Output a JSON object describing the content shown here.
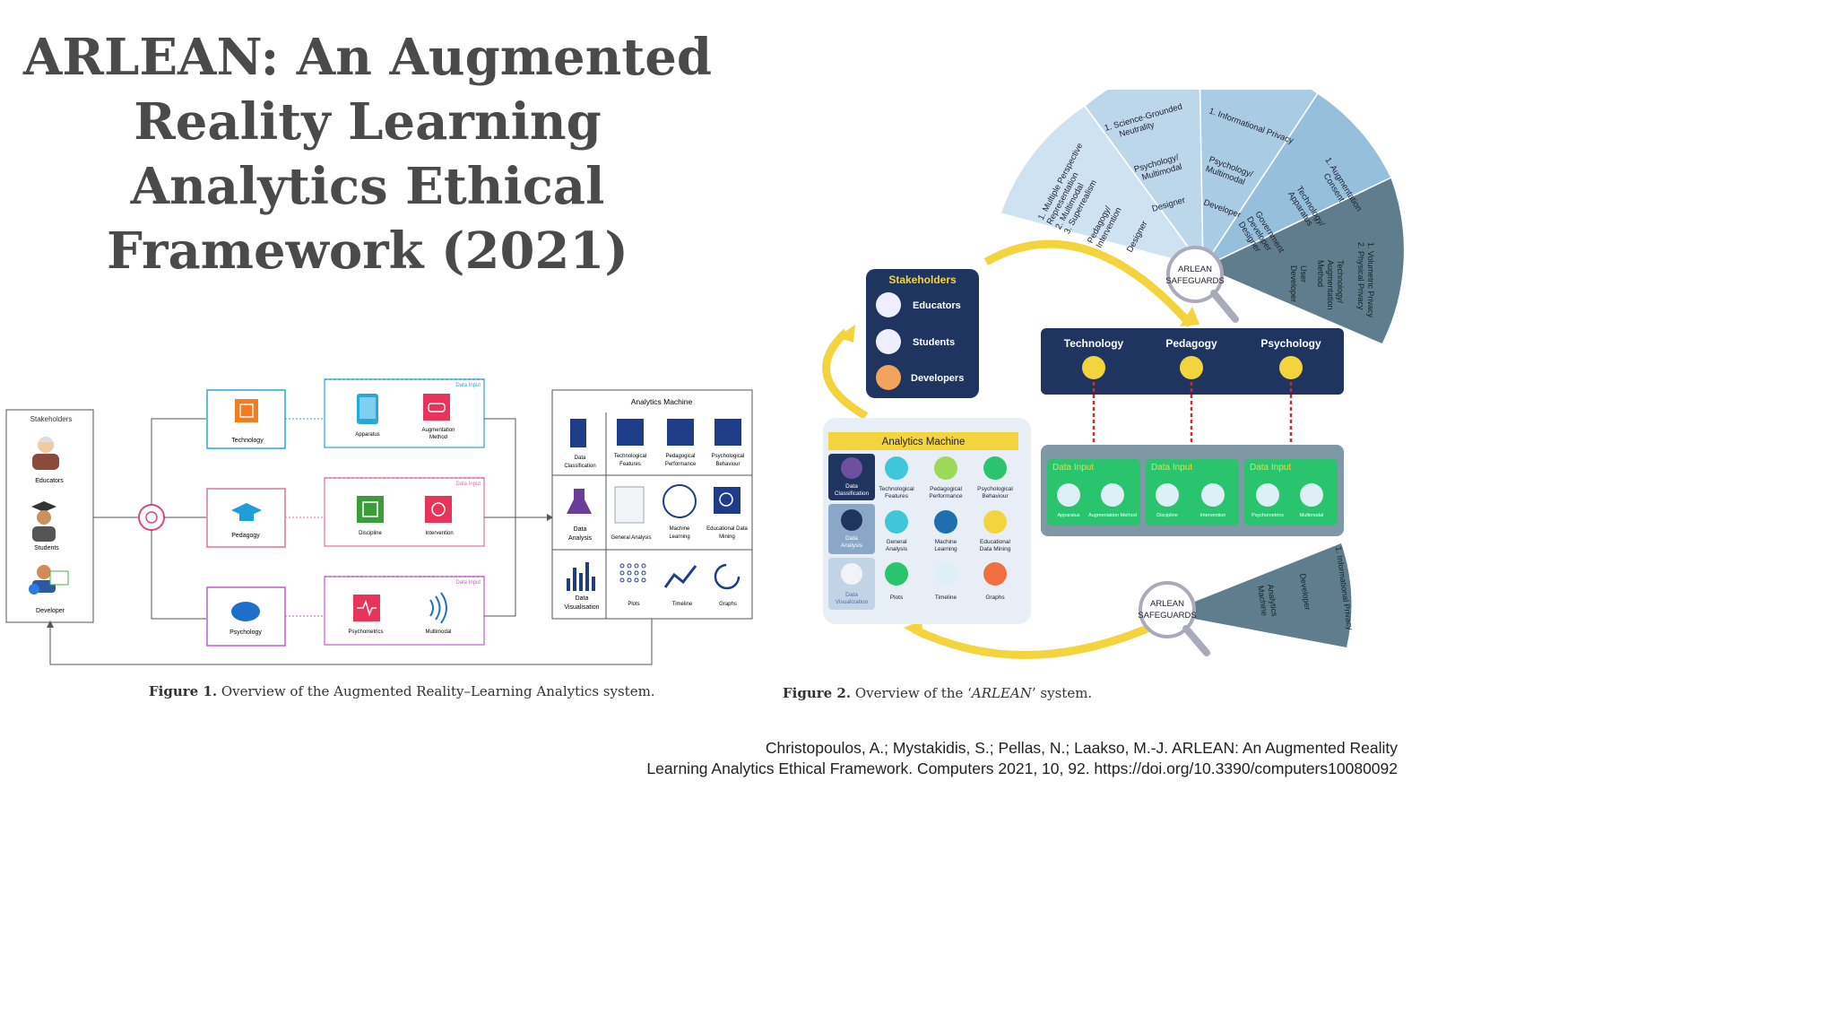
{
  "slide": {
    "title_lines": [
      "ARLEAN: An Augmented",
      "Reality Learning",
      "Analytics Ethical",
      "Framework (2021)"
    ],
    "citation_lines": [
      "Christopoulos, A.; Mystakidis, S.; Pellas, N.; Laakso, M.-J. ARLEAN: An Augmented Reality",
      "Learning Analytics Ethical Framework. Computers 2021, 10, 92. https://doi.org/10.3390/computers10080092"
    ]
  },
  "figure1": {
    "caption_label": "Figure 1.",
    "caption_text": "Overview of the Augmented Reality–Learning Analytics system.",
    "stakeholders_title": "Stakeholders",
    "stakeholders": [
      "Educators",
      "Students",
      "Developer"
    ],
    "domains": [
      {
        "name": "Technology",
        "color": "#29a7d6",
        "data_input": "Data Input",
        "inputs": [
          "Apparatus",
          "Augmentation Method"
        ]
      },
      {
        "name": "Pedagogy",
        "color": "#e1709e",
        "data_input": "Data Input",
        "inputs": [
          "Discipline",
          "Intervention"
        ]
      },
      {
        "name": "Psychology",
        "color": "#c45bd1",
        "data_input": "Data Input",
        "inputs": [
          "Psychometrics",
          "Multimodal"
        ]
      }
    ],
    "analytics_title": "Analytics Machine",
    "analytics_rows": [
      {
        "head": "Data Classification",
        "items": [
          "Technological Features",
          "Pedagogical Performance",
          "Psychological Behaviour"
        ]
      },
      {
        "head": "Data Analysis",
        "items": [
          "General Analysis",
          "Machine Learning",
          "Educational Data Mining"
        ]
      },
      {
        "head": "Data Visualisation",
        "items": [
          "Plots",
          "Timeline",
          "Graphs"
        ]
      }
    ]
  },
  "figure2": {
    "caption_label": "Figure 2.",
    "caption_text_pre": "Overview of the ‘",
    "caption_text_em": "ARLEAN",
    "caption_text_post": "’ system.",
    "stakeholders_title": "Stakeholders",
    "stakeholders": [
      "Educators",
      "Students",
      "Developers"
    ],
    "safeguards_label_1": "ARLEAN",
    "safeguards_label_2": "SAFEGUARDS",
    "domains": [
      "Technology",
      "Pedagogy",
      "Psychology"
    ],
    "data_input": "Data Input",
    "data_input_items": [
      [
        "Apparatus",
        "Augmentation Method"
      ],
      [
        "Discipline",
        "Intervention"
      ],
      [
        "Psychometrics",
        "Multimodal"
      ]
    ],
    "analytics_title": "Analytics Machine",
    "analytics_rows": [
      {
        "head": "Data Classification",
        "items": [
          "Technological Features",
          "Pedagogical Performance",
          "Psychological Behaviour"
        ]
      },
      {
        "head": "Data Analysis",
        "items": [
          "General Analysis",
          "Machine Learning",
          "Educational Data Mining"
        ]
      },
      {
        "head": "Data Visualization",
        "items": [
          "Plots",
          "Timeline",
          "Graphs"
        ]
      }
    ],
    "fan_segments": [
      {
        "lines": [
          "1. Multiple Perspective",
          "Representation",
          "2. Multimodal",
          "3. Superrealism"
        ]
      },
      {
        "lines": [
          "Pedagogy/",
          "Intervention"
        ]
      },
      {
        "lines": [
          "Designer"
        ]
      },
      {
        "lines": [
          "1. Science-Grounded",
          "Neutrality"
        ]
      },
      {
        "lines": [
          "Psychology/",
          "Multimodal"
        ]
      },
      {
        "lines": [
          "Designer"
        ]
      },
      {
        "lines": [
          "1. Informational Privacy"
        ]
      },
      {
        "lines": [
          "Psychology/",
          "Multimodal"
        ]
      },
      {
        "lines": [
          "Developer"
        ]
      },
      {
        "lines": [
          "Government",
          "Developer",
          "Designer"
        ]
      },
      {
        "lines": [
          "1. Augmentation",
          "Consent"
        ]
      },
      {
        "lines": [
          "Technology/",
          "Apparatus"
        ]
      },
      {
        "lines": [
          "Developer",
          "User"
        ]
      },
      {
        "lines": [
          "Technology/",
          "Augmentation",
          "Method"
        ]
      },
      {
        "lines": [
          "1. Volumetric Privacy",
          "2. Physical Privacy"
        ]
      }
    ],
    "bottom_fan": {
      "lines": [
        "1. Informational Privacy",
        "Developer",
        "Analytics",
        "Machine"
      ]
    }
  },
  "colors": {
    "title": "#4a4a4a",
    "navy": "#1f3560",
    "green": "#2bc46e",
    "yellow": "#f4d43c",
    "fan_light": "#bcd6ea",
    "fan_dark": "#5f7d8c"
  }
}
